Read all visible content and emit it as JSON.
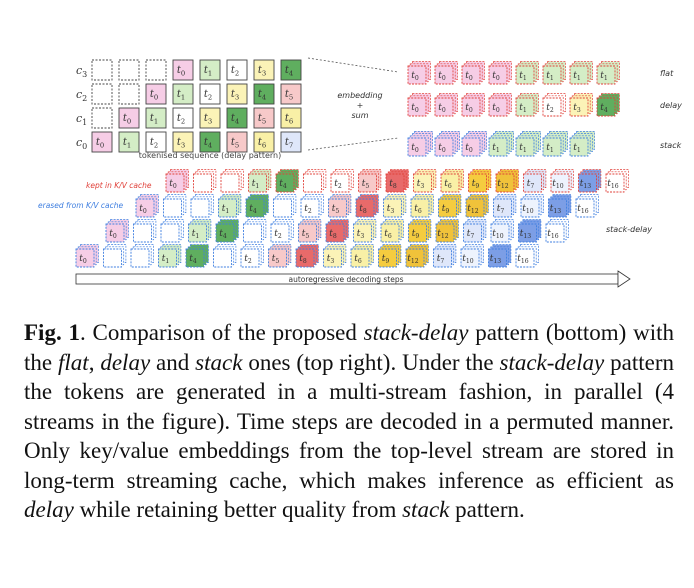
{
  "figure": {
    "grid": {
      "rows": [
        {
          "label": "c3",
          "cells": [
            "",
            "",
            "",
            "t0",
            "t1",
            "t2",
            "t3",
            "t4"
          ]
        },
        {
          "label": "c2",
          "cells": [
            "",
            "",
            "t0",
            "t1",
            "t2",
            "t3",
            "t4",
            "t5"
          ]
        },
        {
          "label": "c1",
          "cells": [
            "",
            "t0",
            "t1",
            "t2",
            "t3",
            "t4",
            "t5",
            "t6"
          ]
        },
        {
          "label": "c0",
          "cells": [
            "t0",
            "t1",
            "t2",
            "t3",
            "t4",
            "t5",
            "t6",
            "t7"
          ]
        }
      ],
      "caption": "tokenised sequence (delay pattern)"
    },
    "embedding_label": [
      "embedding",
      "+",
      "sum"
    ],
    "patterns": [
      {
        "name": "flat",
        "tokens": [
          "t0",
          "t0",
          "t0",
          "t0",
          "t1",
          "t1",
          "t1",
          "t1"
        ]
      },
      {
        "name": "delay",
        "tokens": [
          "t0",
          "t0",
          "t0",
          "t0",
          "t1",
          "t2",
          "t3",
          "t4"
        ]
      },
      {
        "name": "stack",
        "tokens": [
          "t0",
          "t0",
          "t0",
          "t1",
          "t1",
          "t1",
          "t1"
        ]
      }
    ],
    "stack_delay": {
      "kept_label": "kept in K/V cache",
      "erased_label": "erased from K/V cache",
      "pattern_label": "stack-delay",
      "rows": [
        [
          "t0",
          "",
          "",
          "t1",
          "t4",
          "",
          "t2",
          "t5",
          "t8",
          "t3",
          "t6",
          "t9",
          "t12",
          "t7",
          "t10",
          "t13",
          "t16"
        ],
        [
          "t0",
          "",
          "",
          "t1",
          "t4",
          "",
          "t2",
          "t5",
          "t8",
          "t3",
          "t6",
          "t9",
          "t12",
          "t7",
          "t10",
          "t13",
          "t16"
        ],
        [
          "t0",
          "",
          "",
          "t1",
          "t4",
          "",
          "t2",
          "t5",
          "t8",
          "t3",
          "t6",
          "t9",
          "t12",
          "t7",
          "t10",
          "t13",
          "t16"
        ],
        [
          "t0",
          "",
          "",
          "t1",
          "t4",
          "",
          "t2",
          "t5",
          "t8",
          "t3",
          "t6",
          "t9",
          "t12",
          "t7",
          "t10",
          "t13",
          "t16"
        ]
      ],
      "axis_label": "autoregressive decoding steps"
    },
    "colors": {
      "t0": "#f6cde6",
      "t1": "#d4edc6",
      "t2": "#ffffff",
      "t3": "#fbf3b7",
      "t4": "#5fae5f",
      "t5": "#f7c9c9",
      "t6": "#f9f0a6",
      "t7": "#dfe7fa",
      "t8": "#e86a6a",
      "t9": "#f5cc3f",
      "t10": "#eef3fd",
      "t12": "#f0c23a",
      "t13": "#7c9ee6",
      "t16": "#ffffff"
    },
    "borders": {
      "red": "#e0413a",
      "blue": "#3f7fe0",
      "gray": "#444444"
    }
  },
  "caption": {
    "label": "Fig. 1",
    "parts": [
      {
        "t": ". Comparison of the proposed ",
        "i": false
      },
      {
        "t": "stack-delay",
        "i": true
      },
      {
        "t": " pattern (bottom) with the ",
        "i": false
      },
      {
        "t": "flat",
        "i": true
      },
      {
        "t": ", ",
        "i": false
      },
      {
        "t": "delay",
        "i": true
      },
      {
        "t": " and ",
        "i": false
      },
      {
        "t": "stack",
        "i": true
      },
      {
        "t": " ones (top right). Under the ",
        "i": false
      },
      {
        "t": "stack-delay",
        "i": true
      },
      {
        "t": " pattern the tokens are generated in a multi-stream fashion, in parallel (4 streams in the figure). Time steps are decoded in a permuted manner. Only key/value embeddings from the top-level stream are stored in long-term streaming cache, which makes inference as efficient as ",
        "i": false
      },
      {
        "t": "delay",
        "i": true
      },
      {
        "t": " while retaining better quality from ",
        "i": false
      },
      {
        "t": "stack",
        "i": true
      },
      {
        "t": " pattern.",
        "i": false
      }
    ]
  }
}
